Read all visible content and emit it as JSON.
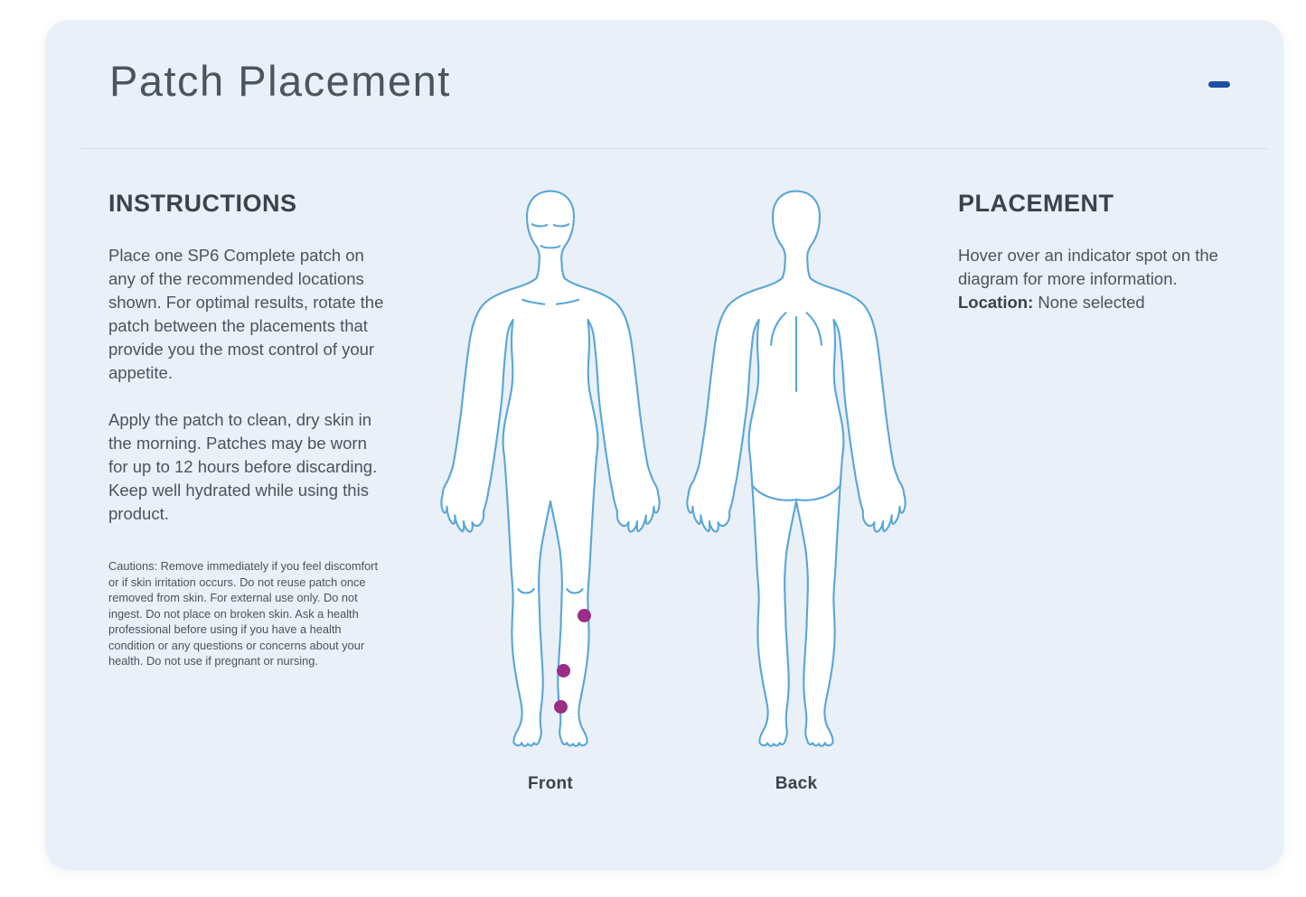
{
  "card": {
    "title": "Patch Placement"
  },
  "icons": {
    "collapse": "minus"
  },
  "colors": {
    "card_background": "#e9f0f8",
    "body_outline": "#58a6d8",
    "indicator_spot": "#9b2d86",
    "collapse_button": "#1c4f9f"
  },
  "instructions": {
    "heading": "INSTRUCTIONS",
    "paragraphs": [
      "Place one SP6 Complete patch on any of the recommended locations shown. For optimal results, rotate the patch between the placements that provide you the most control of your appetite.",
      "Apply the patch to clean, dry skin in the morning. Patches may be worn for up to 12 hours before discarding. Keep well hydrated while using this product."
    ],
    "cautions": "Cautions: Remove immediately if you feel discomfort or if skin irritation occurs. Do not reuse patch once removed from skin. For external use only. Do not ingest. Do not place on broken skin. Ask a health professional before using if you have a health condition or any questions or concerns about your health. Do not use if pregnant or nursing."
  },
  "diagram": {
    "front_label": "Front",
    "back_label": "Back",
    "spots": [
      {
        "id": "spot-1",
        "css": "left:589px;top:652px"
      },
      {
        "id": "spot-2",
        "css": "left:566px;top:713px"
      },
      {
        "id": "spot-3",
        "css": "left:563px;top:753px"
      }
    ]
  },
  "placement": {
    "heading": "PLACEMENT",
    "hint": "Hover over an indicator spot on the diagram for more information.",
    "location_label": "Location:",
    "location_value": "None selected"
  }
}
